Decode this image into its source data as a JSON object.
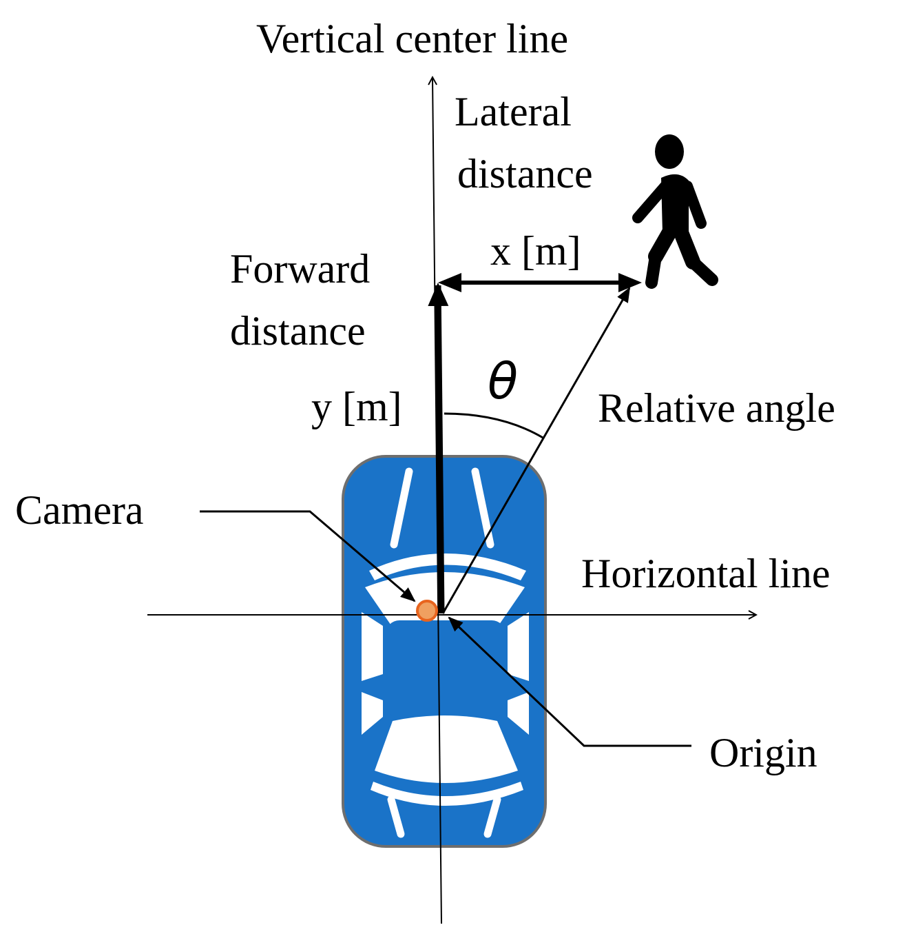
{
  "labels": {
    "vertical_center_line": "Vertical center line",
    "lateral_line1": "Lateral",
    "lateral_line2": "distance",
    "x_unit": "x [m]",
    "forward_line1": "Forward",
    "forward_line2": "distance",
    "y_unit": "y [m]",
    "theta": "θ",
    "relative_angle": "Relative angle",
    "camera": "Camera",
    "horizontal_line": "Horizontal line",
    "origin": "Origin"
  },
  "colors": {
    "car_body": "#1a73c8",
    "car_outline": "#6e6e6e",
    "car_window": "#ffffff",
    "camera_fill": "#f0a060",
    "camera_stroke": "#e8641e",
    "line": "#000000",
    "pedestrian": "#000000"
  },
  "icons": {
    "car": "car-top-view-icon",
    "pedestrian": "walking-person-icon",
    "camera": "camera-dot-icon"
  }
}
